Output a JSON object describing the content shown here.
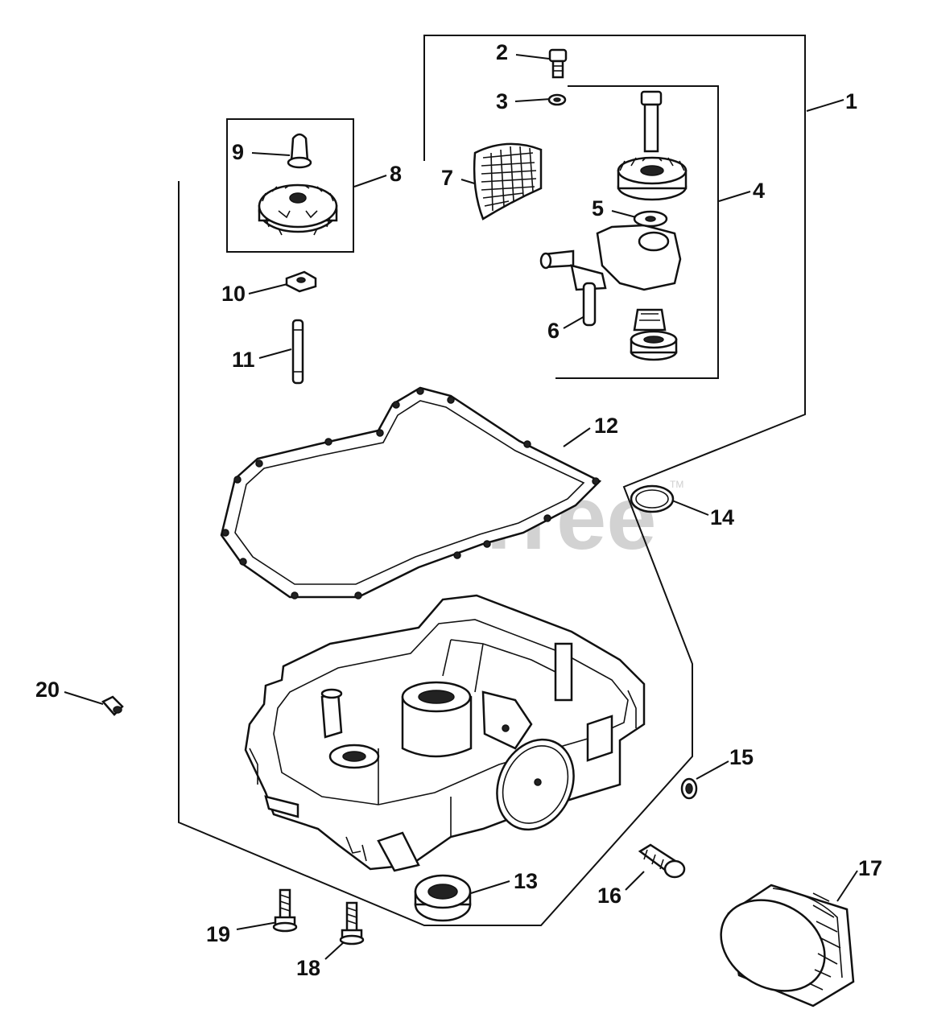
{
  "watermark": {
    "text": "PartsTree",
    "tm": "TM"
  },
  "callouts": [
    "1",
    "2",
    "3",
    "4",
    "5",
    "6",
    "7",
    "8",
    "9",
    "10",
    "11",
    "12",
    "13",
    "14",
    "15",
    "16",
    "17",
    "18",
    "19",
    "20"
  ]
}
